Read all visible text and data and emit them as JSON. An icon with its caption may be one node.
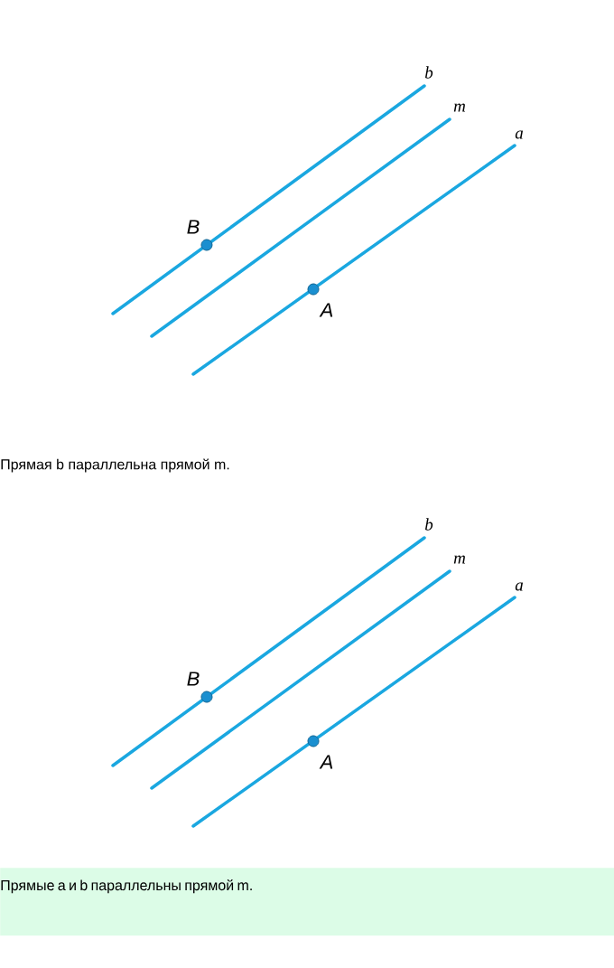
{
  "diagram": {
    "nodes": [
      {
        "text": [
          "Прямые a и b параллельны прямой m."
        ]
      }
    ],
    "labels": [
      "b",
      "m",
      "a",
      "B",
      "A",
      "Прямая b параллельна прямой m.",
      "b",
      "m",
      "a",
      "B",
      "A"
    ]
  }
}
